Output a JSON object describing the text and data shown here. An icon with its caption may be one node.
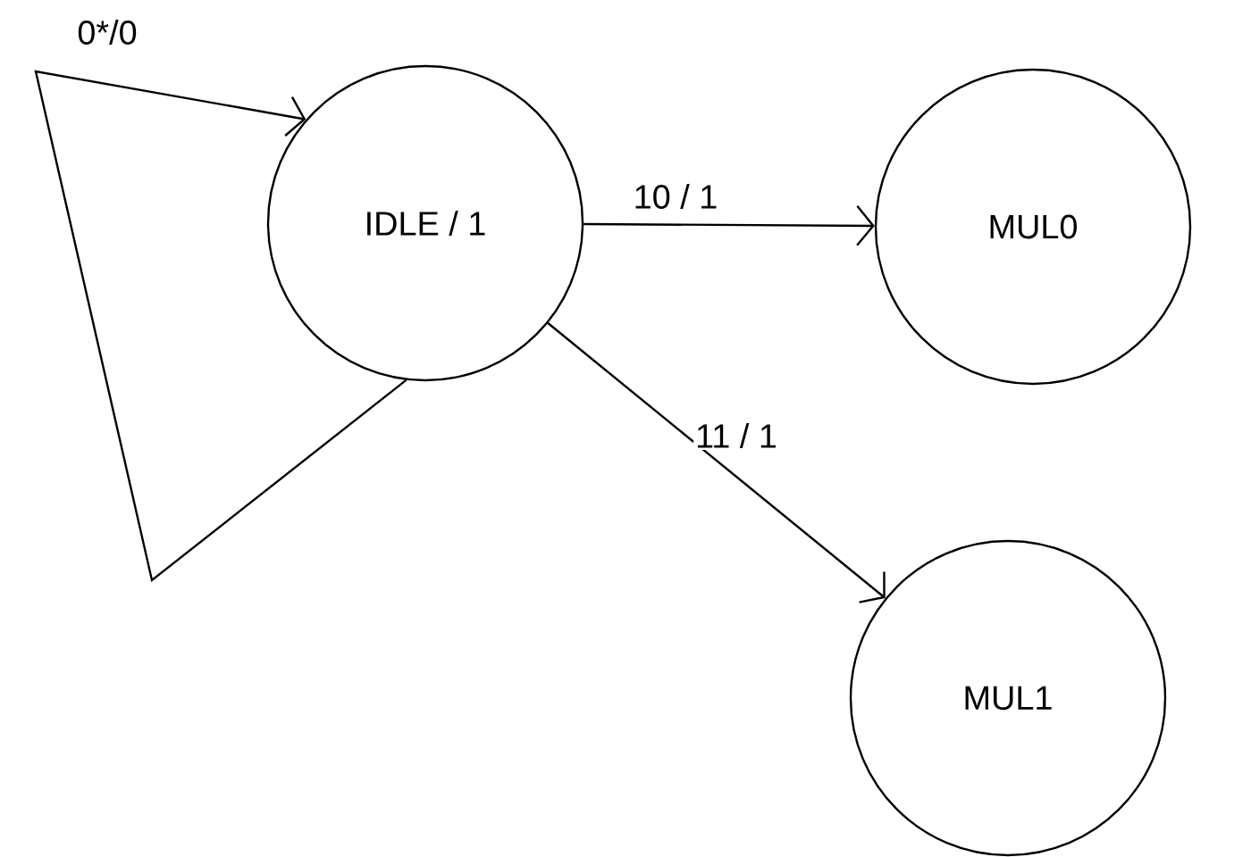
{
  "diagram": {
    "nodes": [
      {
        "text": [
          "IDLE / 1"
        ]
      },
      {
        "text": [
          "MUL0"
        ]
      },
      {
        "text": [
          "MUL1"
        ]
      }
    ],
    "edges": [
      {
        "from": 0,
        "to": 0,
        "arrow": "to",
        "label": "0*/0"
      },
      {
        "from": 0,
        "to": 1,
        "arrow": "to",
        "label": "10 / 1"
      },
      {
        "from": 0,
        "to": 2,
        "arrow": "to",
        "label": "11 / 1"
      }
    ]
  }
}
